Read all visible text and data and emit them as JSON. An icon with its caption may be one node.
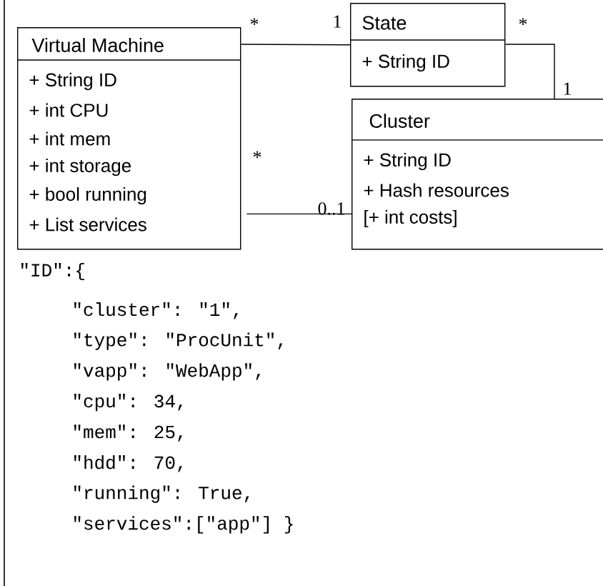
{
  "diagram": {
    "nodes": [
      {
        "text": [
          "Virtual Machine",
          "+ String ID",
          "+ int CPU",
          "+ int mem",
          "+ int storage",
          "+ bool running",
          "+ List services"
        ]
      },
      {
        "text": [
          "State",
          "+ String ID"
        ]
      },
      {
        "text": [
          "Cluster",
          "+ String ID",
          "+ Hash resources",
          "[+ int costs]"
        ]
      }
    ],
    "edges": [
      {
        "from": 0,
        "to": 1,
        "arrow": "none"
      },
      {
        "from": 1,
        "to": 2,
        "arrow": "none"
      },
      {
        "from": 0,
        "to": 2,
        "arrow": "none"
      }
    ],
    "labels": [
      "*",
      "1",
      "*",
      "1",
      "*",
      "0..1",
      "\"ID\":{",
      "\"cluster\": \"1\",",
      "\"type\": \"ProcUnit\",",
      "\"vapp\": \"WebApp\",",
      "\"cpu\": 34,",
      "\"mem\": 25,",
      "\"hdd\": 70,",
      "\"running\": True,",
      "\"services\":[\"app\"] }"
    ]
  }
}
